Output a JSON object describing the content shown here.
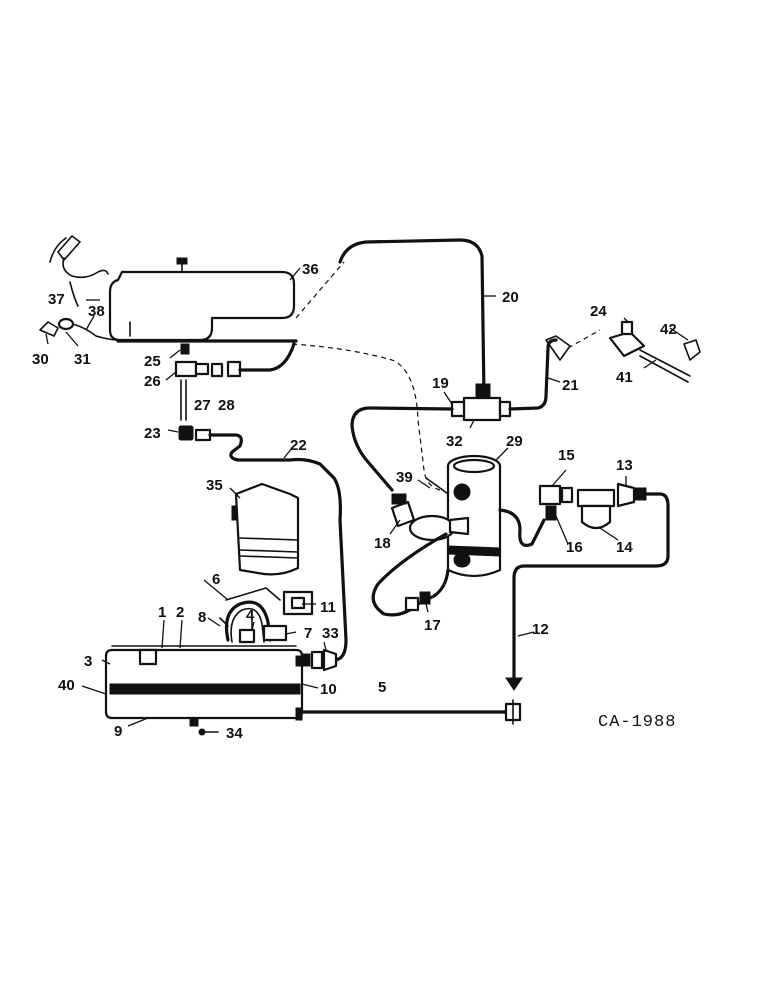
{
  "callouts": {
    "c1": "1",
    "c2": "2",
    "c3": "3",
    "c4": "4",
    "c5": "5",
    "c6": "6",
    "c7": "7",
    "c8": "8",
    "c9": "9",
    "c10": "10",
    "c11": "11",
    "c12": "12",
    "c13": "13",
    "c14": "14",
    "c15": "15",
    "c16": "16",
    "c17": "17",
    "c18": "18",
    "c19": "19",
    "c20": "20",
    "c21": "21",
    "c22": "22",
    "c23": "23",
    "c24": "24",
    "c25": "25",
    "c26": "26",
    "c27": "27",
    "c28": "28",
    "c29": "29",
    "c30": "30",
    "c31": "31",
    "c32": "32",
    "c33": "33",
    "c34": "34",
    "c35": "35",
    "c36": "36",
    "c37": "37",
    "c38": "38",
    "c39": "39",
    "c40": "40",
    "c41": "41",
    "c42": "42"
  },
  "reference_code": "CA-1988"
}
